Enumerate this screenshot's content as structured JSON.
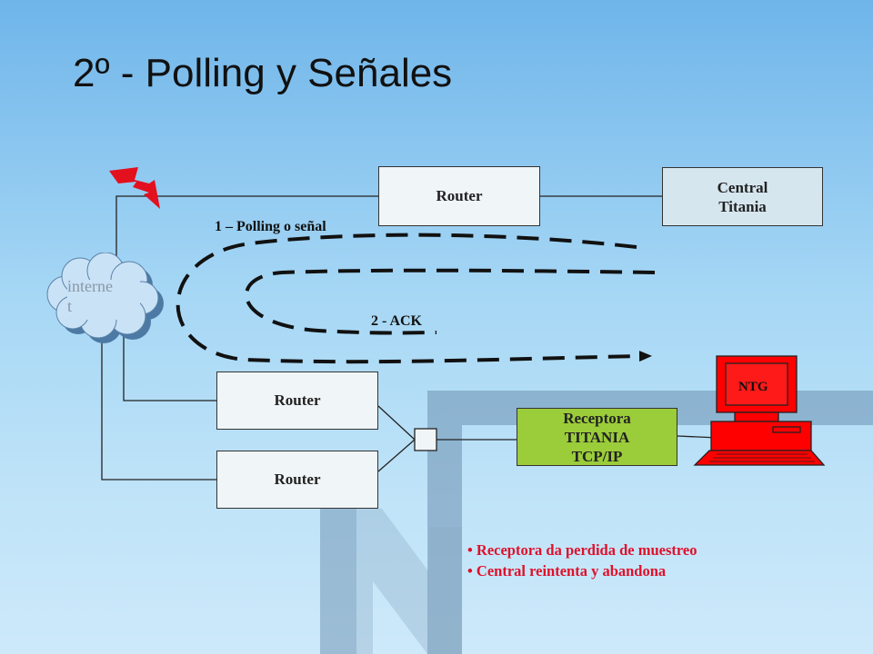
{
  "title": "2º - Polling y Señales",
  "cloud": {
    "label_line1": "interne",
    "label_line2": "t"
  },
  "routers": {
    "top": "Router",
    "middle": "Router",
    "bottom": "Router"
  },
  "central": {
    "line1": "Central",
    "line2": "Titania"
  },
  "receptora": {
    "line1": "Receptora",
    "line2": "TITANIA",
    "line3": "TCP/IP"
  },
  "computer": {
    "label": "NTG"
  },
  "flows": {
    "polling": "1 – Polling o señal",
    "ack": "2 - ACK"
  },
  "bullets": [
    "Receptora da perdida de muestreo",
    "Central reintenta y abandona"
  ],
  "colors": {
    "receptora": "#9bcc3a",
    "computer": "#ff0000",
    "bullet_text": "#e0102a"
  }
}
